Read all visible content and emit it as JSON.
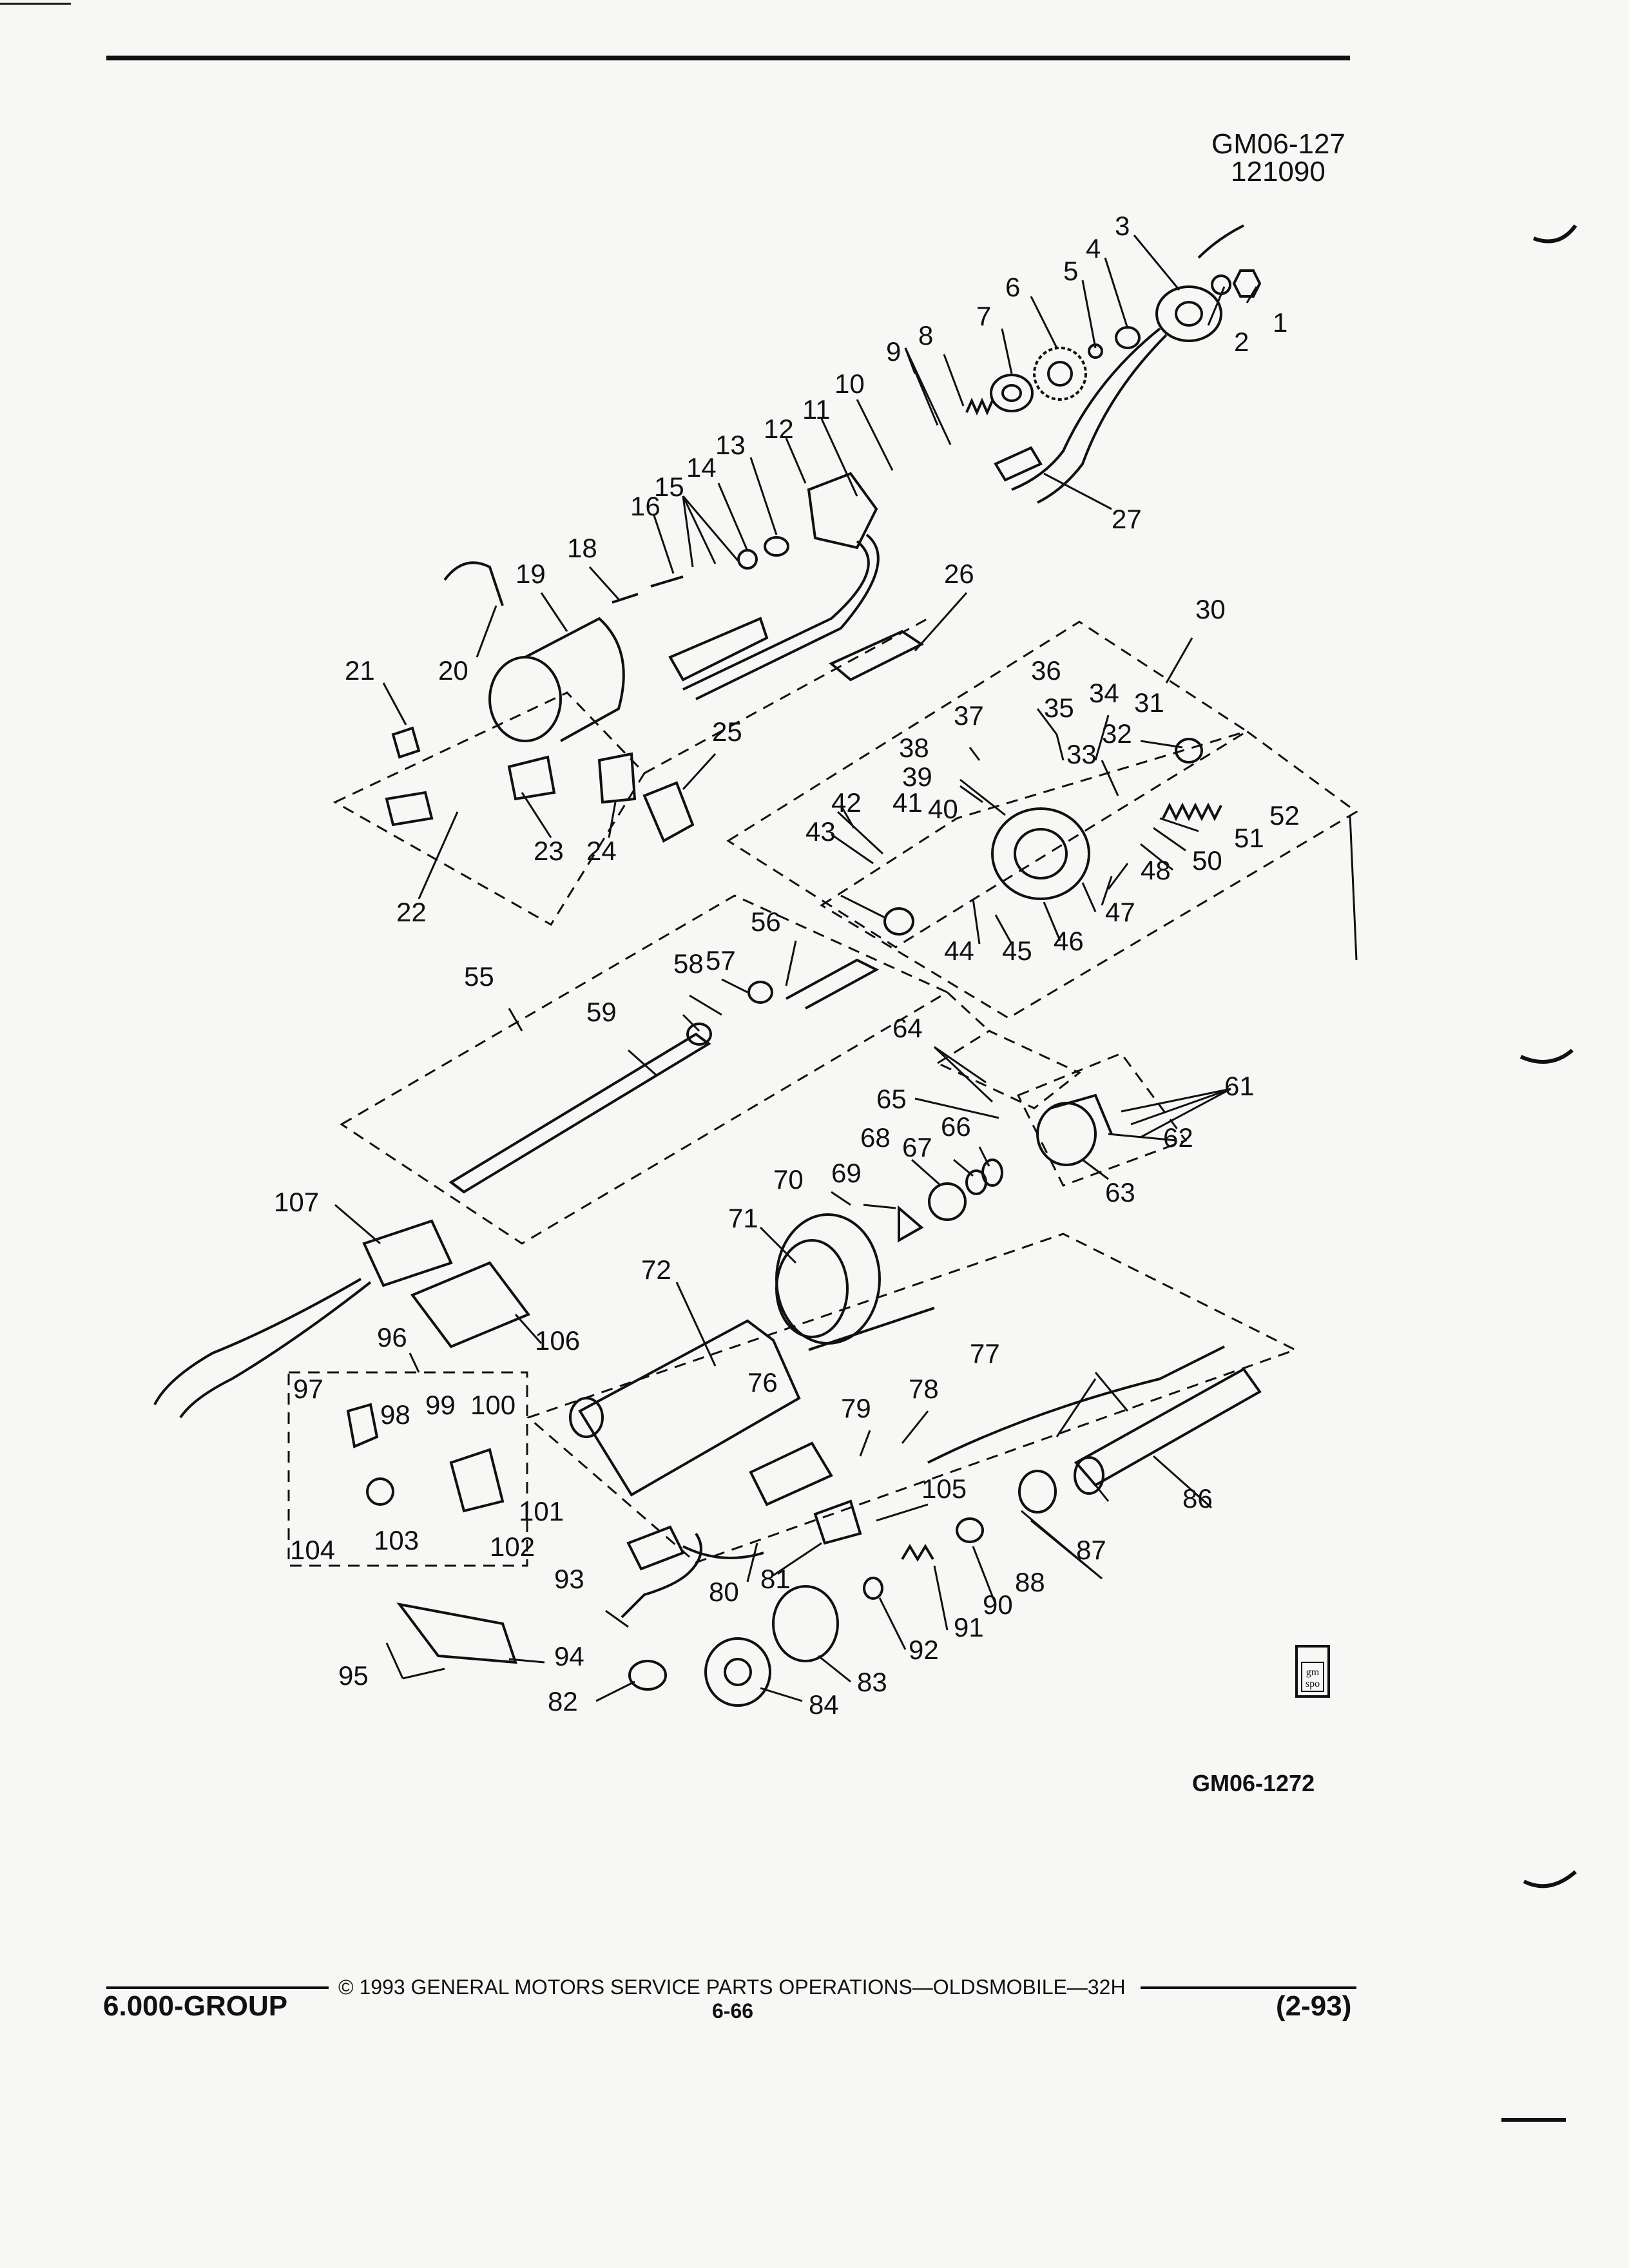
{
  "header": {
    "figure_ref": "GM06-127",
    "figure_date": "121090"
  },
  "diagram": {
    "callouts": [
      "1",
      "2",
      "3",
      "4",
      "5",
      "6",
      "7",
      "8",
      "9",
      "10",
      "11",
      "12",
      "13",
      "14",
      "15",
      "16",
      "18",
      "19",
      "20",
      "21",
      "22",
      "23",
      "24",
      "25",
      "26",
      "27",
      "30",
      "31",
      "32",
      "33",
      "34",
      "35",
      "36",
      "37",
      "38",
      "39",
      "40",
      "41",
      "42",
      "43",
      "44",
      "45",
      "46",
      "47",
      "48",
      "50",
      "51",
      "52",
      "55",
      "56",
      "57",
      "58",
      "59",
      "61",
      "62",
      "63",
      "64",
      "65",
      "66",
      "67",
      "68",
      "69",
      "70",
      "71",
      "72",
      "76",
      "77",
      "78",
      "79",
      "80",
      "81",
      "82",
      "83",
      "84",
      "86",
      "87",
      "88",
      "90",
      "91",
      "92",
      "93",
      "94",
      "95",
      "96",
      "97",
      "98",
      "99",
      "100",
      "101",
      "102",
      "103",
      "104",
      "105",
      "106",
      "107"
    ],
    "figure_code": "GM06-1272",
    "logo_text": "gm spo"
  },
  "footer": {
    "group": "6.000-GROUP",
    "copyright": "© 1993 GENERAL MOTORS SERVICE PARTS OPERATIONS—OLDSMOBILE—32H",
    "page": "6-66",
    "date": "(2-93)"
  },
  "colors": {
    "ink": "#111111",
    "paper": "#f7f7f5"
  }
}
